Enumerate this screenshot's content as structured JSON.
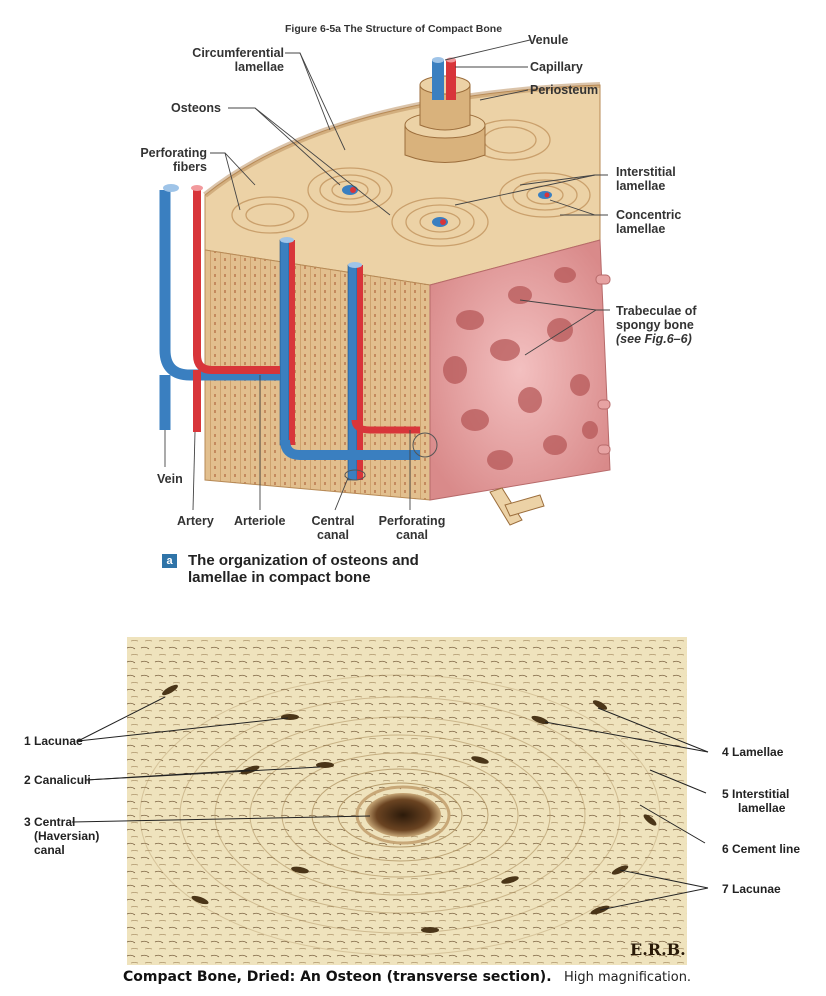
{
  "figure_title": "Figure 6-5a  The Structure of Compact Bone",
  "diagram_labels": {
    "circumferential_lamellae": [
      "Circumferential",
      "lamellae"
    ],
    "osteons": "Osteons",
    "perforating_fibers": [
      "Perforating",
      "fibers"
    ],
    "venule": "Venule",
    "capillary": "Capillary",
    "periosteum": "Periosteum",
    "interstitial_lamellae": [
      "Interstitial",
      "lamellae"
    ],
    "concentric_lamellae": [
      "Concentric",
      "lamellae"
    ],
    "trabeculae": [
      "Trabeculae of",
      "spongy bone"
    ],
    "trabeculae_ref": "(see Fig.6–6)",
    "vein": "Vein",
    "artery": "Artery",
    "arteriole": "Arteriole",
    "central_canal": [
      "Central",
      "canal"
    ],
    "perforating_canal": [
      "Perforating",
      "canal"
    ]
  },
  "caption_a": {
    "badge": "a",
    "lines": [
      "The organization of osteons and",
      "lamellae in compact bone"
    ]
  },
  "micrograph_labels": {
    "lacunae_left": "1 Lacunae",
    "canaliculi": "2 Canaliculi",
    "central_canal": [
      "3 Central",
      "(Haversian)",
      "canal"
    ],
    "lamellae": "4 Lamellae",
    "interstitial": [
      "5 Interstitial",
      "lamellae"
    ],
    "cement_line": "6 Cement line",
    "lacunae_right": "7 Lacunae",
    "signature": "E.R.B."
  },
  "bottom_caption": {
    "bold": "Compact Bone, Dried: An Osteon (transverse section).",
    "plain": "High magnification."
  },
  "colors": {
    "bone": "#e6c79a",
    "bone_dark": "#c9a06a",
    "artery": "#d8353a",
    "vein": "#3a7fc0",
    "spongy": "#e7a3a3",
    "badge": "#2f74a8",
    "micro_bg": "#efe3bd",
    "micro_ink": "#4a3518"
  }
}
